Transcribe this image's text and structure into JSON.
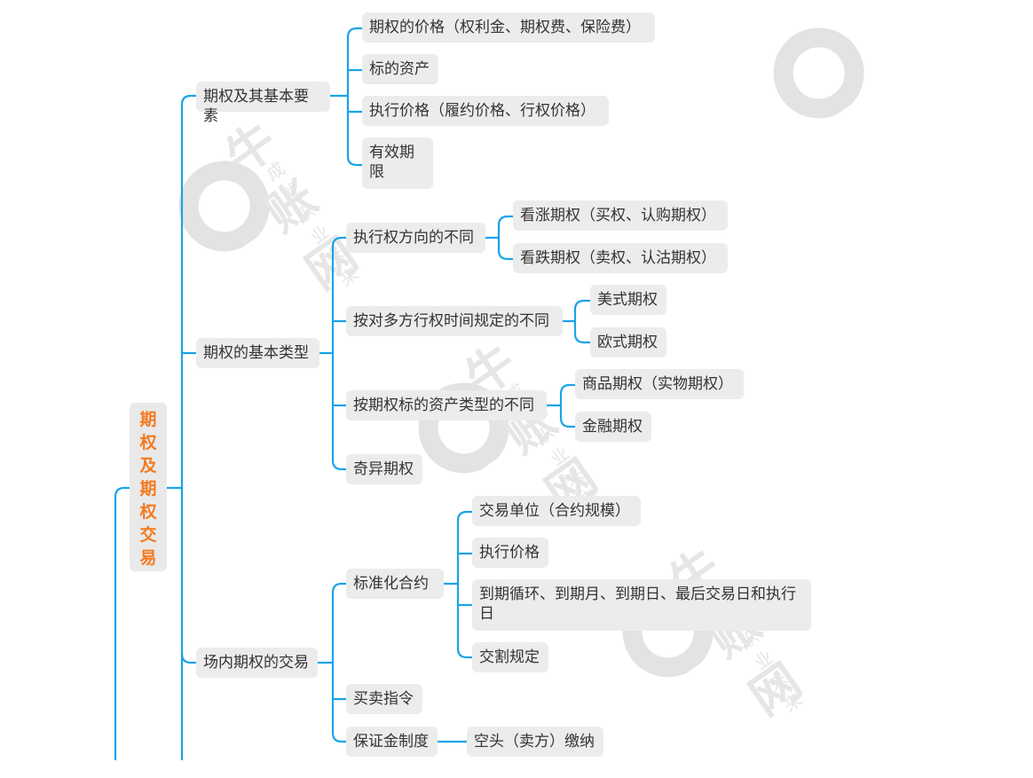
{
  "watermark": {
    "brand": "牛账网",
    "slogan": "成就职业未来"
  },
  "colors": {
    "line": "#1aa3e8",
    "root_text": "#f47a20",
    "node_bg": "#ececec",
    "text": "#333333"
  },
  "mindmap": {
    "root": "期权及期权交易",
    "b1": {
      "label": "期权及其基本要素",
      "items": [
        "期权的价格（权利金、期权费、保险费）",
        "标的资产",
        "执行价格（履约价格、行权价格）",
        "有效期限"
      ]
    },
    "b2": {
      "label": "期权的基本类型",
      "g1": {
        "label": "执行权方向的不同",
        "items": [
          "看涨期权（买权、认购期权）",
          "看跌期权（卖权、认沽期权）"
        ]
      },
      "g2": {
        "label": "按对多方行权时间规定的不同",
        "items": [
          "美式期权",
          "欧式期权"
        ]
      },
      "g3": {
        "label": "按期权标的资产类型的不同",
        "items": [
          "商品期权（实物期权）",
          "金融期权"
        ]
      },
      "g4": {
        "label": "奇异期权"
      }
    },
    "b3": {
      "label": "场内期权的交易",
      "g1": {
        "label": "标准化合约",
        "items": [
          "交易单位（合约规模）",
          "执行价格",
          "到期循环、到期月、到期日、最后交易日和执行日",
          "交割规定"
        ]
      },
      "g2": {
        "label": "买卖指令"
      },
      "g3": {
        "label": "保证金制度",
        "items": [
          "空头（卖方）缴纳"
        ]
      }
    }
  }
}
